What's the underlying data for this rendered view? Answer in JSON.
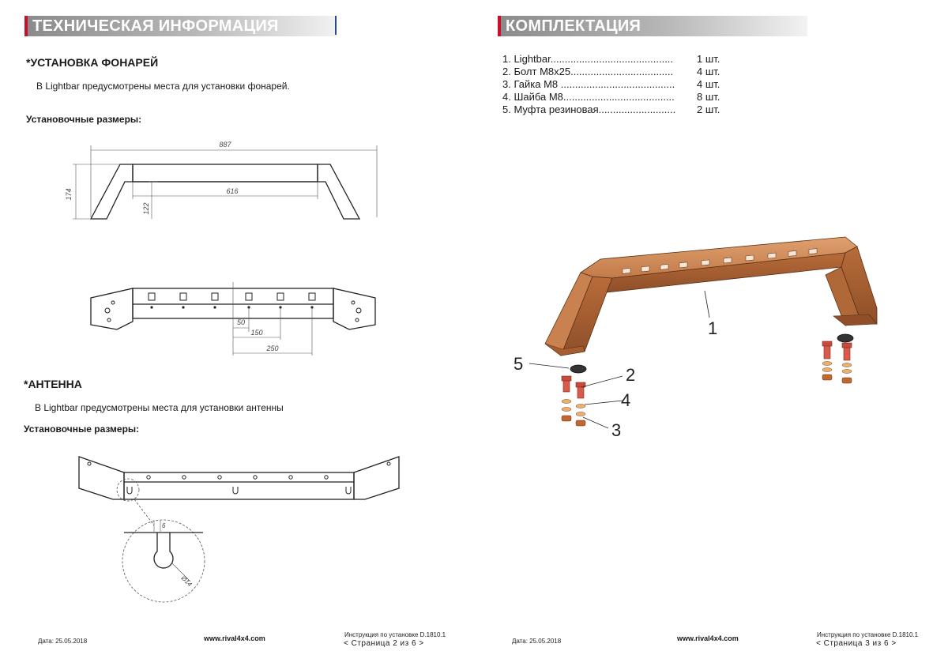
{
  "left_page": {
    "header": "ТЕХНИЧЕСКАЯ ИНФОРМАЦИЯ",
    "lights": {
      "title": "*УСТАНОВКА ФОНАРЕЙ",
      "text": "В Lightbar предусмотрены места для установки фонарей.",
      "sizes_label": "Установочные размеры:",
      "dims": {
        "overall": "887",
        "height": "174",
        "inner": "616",
        "inner_height": "122",
        "d50": "50",
        "d150": "150",
        "d250": "250"
      }
    },
    "antenna": {
      "title": "*АНТЕННА",
      "text": "В Lightbar предусмотрены места для установки антенны",
      "sizes_label": "Установочные размеры:",
      "dims": {
        "slot": "6",
        "hole": "Ø14"
      }
    },
    "footer": {
      "date": "Дата: 25.05.2018",
      "web": "www.rival4x4.com",
      "doc": "Инструкция по установке D.1810.1",
      "page": "<  Страница  2  из  6  >"
    }
  },
  "right_page": {
    "header": "КОМПЛЕКТАЦИЯ",
    "parts": [
      {
        "name": "1. Lightbar...........................................",
        "qty": "1 шт."
      },
      {
        "name": "2. Болт M8x25....................................",
        "qty": "4 шт."
      },
      {
        "name": "3. Гайка M8 ........................................",
        "qty": "4 шт."
      },
      {
        "name": "4. Шайба M8.......................................",
        "qty": "8 шт."
      },
      {
        "name": "5. Муфта резиновая...........................",
        "qty": "2 шт."
      }
    ],
    "callouts": [
      "1",
      "2",
      "3",
      "4",
      "5"
    ],
    "footer": {
      "date": "Дата: 25.05.2018",
      "web": "www.rival4x4.com",
      "doc": "Инструкция по установке D.1810.1",
      "page": "<  Страница  3  из  6  >"
    }
  }
}
